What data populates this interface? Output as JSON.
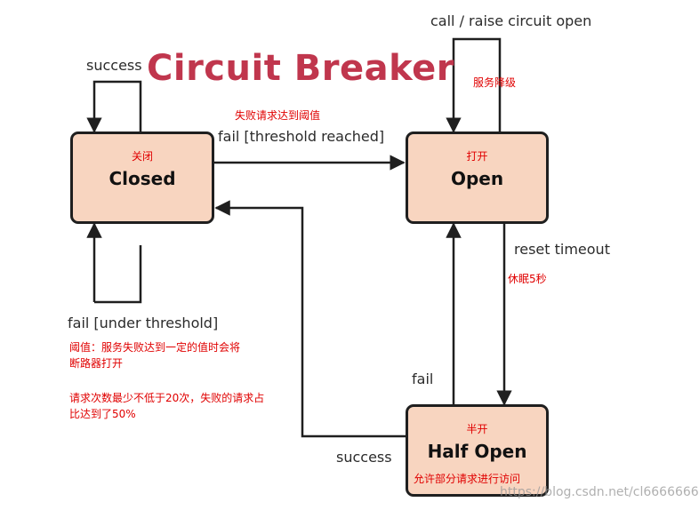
{
  "title": "Circuit Breaker",
  "states": {
    "closed": {
      "cn": "关闭",
      "en": "Closed"
    },
    "open": {
      "cn": "打开",
      "en": "Open"
    },
    "half_open": {
      "cn": "半开",
      "en": "Half Open",
      "note": "允许部分请求进行访问"
    }
  },
  "transitions": {
    "closed_success_loop": "success",
    "closed_fail_loop": "fail [under threshold]",
    "closed_to_open": "fail [threshold reached]",
    "closed_to_open_cn": "失败请求达到阈值",
    "open_loop": "call / raise circuit open",
    "open_loop_cn": "服务降级",
    "open_to_half": "reset timeout",
    "open_to_half_cn": "休眠5秒",
    "half_to_open": "fail",
    "half_to_closed": "success"
  },
  "notes": {
    "threshold_line1": "阈值：服务失败达到一定的值时会将",
    "threshold_line2": "断路器打开",
    "ratio_line1": "请求次数最少不低于20次，失败的请求占",
    "ratio_line2": "比达到了50%"
  },
  "watermark": "https://blog.csdn.net/cl6666666"
}
